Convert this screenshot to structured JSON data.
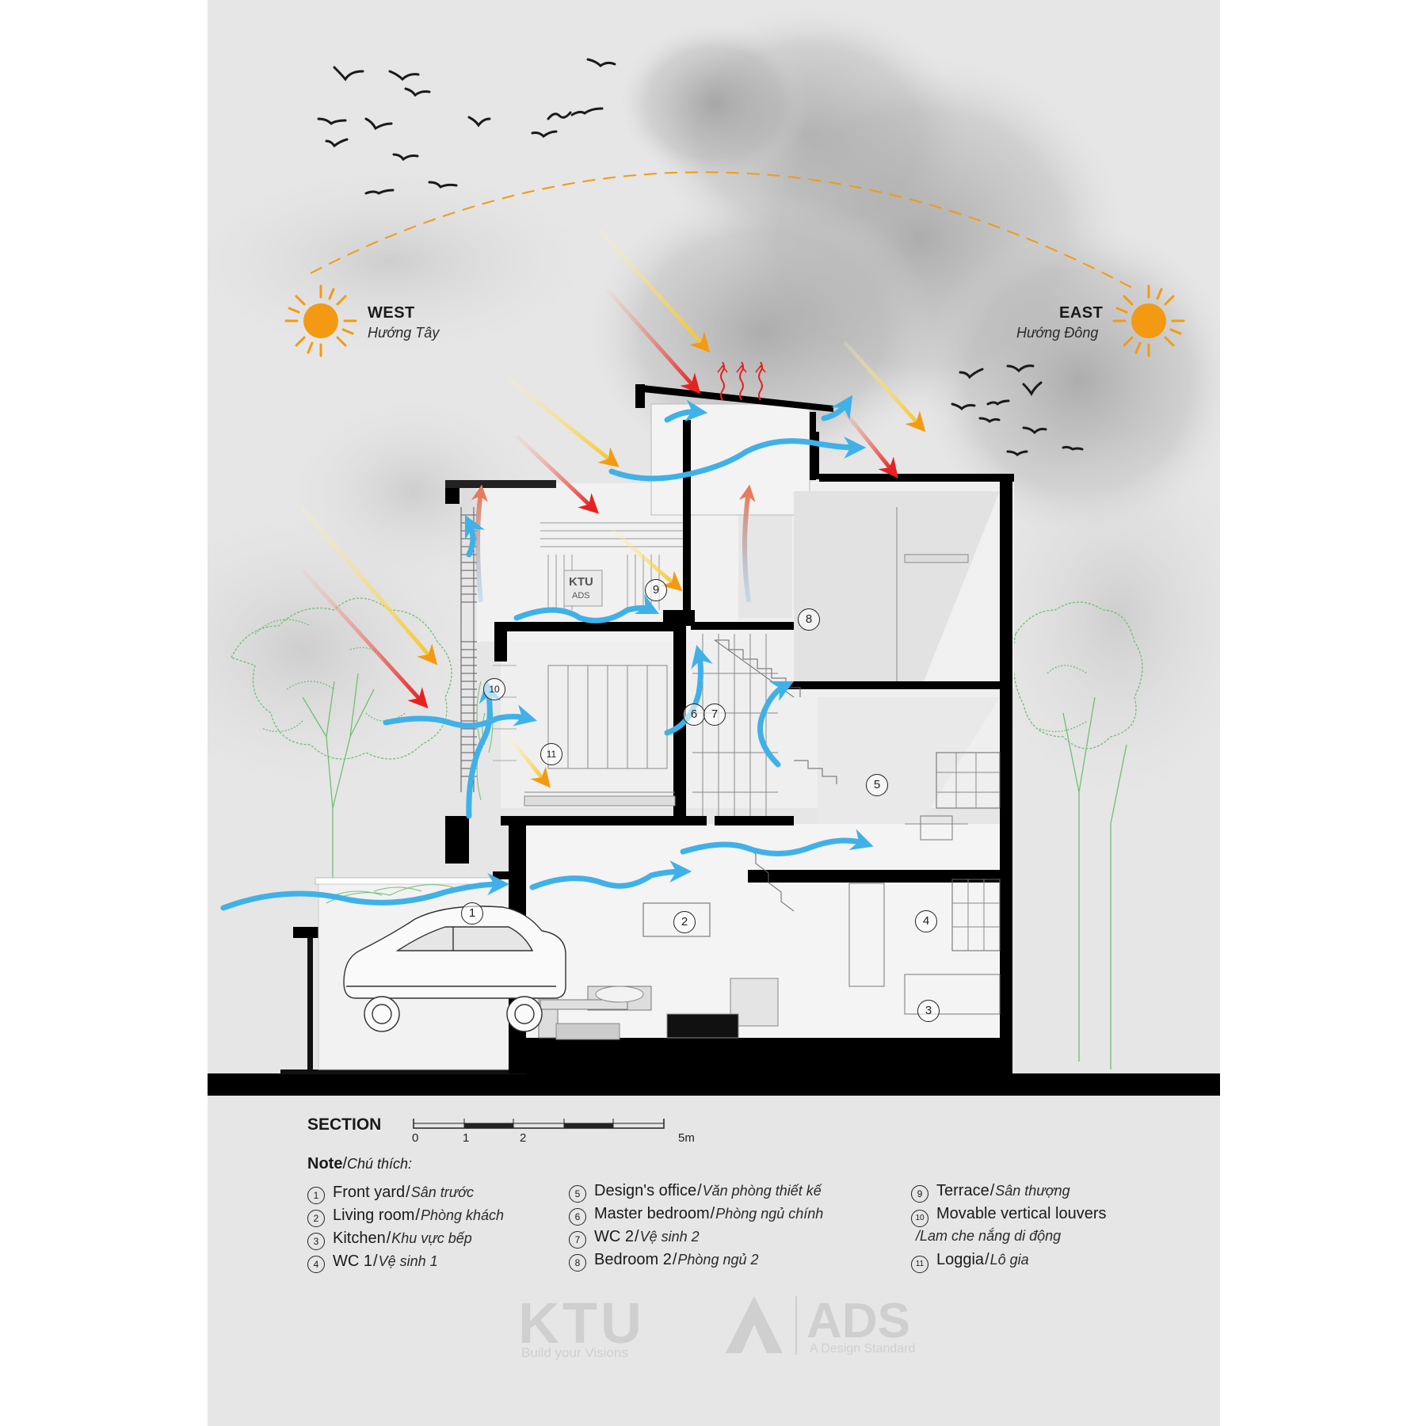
{
  "directions": {
    "west": {
      "label": "WEST",
      "sub": "Hướng Tây"
    },
    "east": {
      "label": "EAST",
      "sub": "Hướng Đông"
    }
  },
  "section_title": "SECTION",
  "scale": {
    "ticks": [
      "0",
      "1",
      "2",
      "5m"
    ]
  },
  "note": {
    "label": "Note",
    "sub": "Chú thích:"
  },
  "legend": [
    {
      "num": "1",
      "en": "Front yard",
      "vi": "Sân trước"
    },
    {
      "num": "2",
      "en": "Living room",
      "vi": "Phòng khách"
    },
    {
      "num": "3",
      "en": "Kitchen",
      "vi": "Khu vực bếp"
    },
    {
      "num": "4",
      "en": "WC 1",
      "vi": "Vệ sinh 1"
    },
    {
      "num": "5",
      "en": "Design's office",
      "vi": "Văn phòng thiết kế"
    },
    {
      "num": "6",
      "en": "Master bedroom",
      "vi": "Phòng ngủ chính"
    },
    {
      "num": "7",
      "en": "WC 2",
      "vi": "Vệ sinh 2"
    },
    {
      "num": "8",
      "en": "Bedroom 2",
      "vi": "Phòng ngủ 2"
    },
    {
      "num": "9",
      "en": "Terrace",
      "vi": "Sân thượng"
    },
    {
      "num": "10",
      "en": "Movable vertical louvers",
      "vi": "Lam che nắng di động"
    },
    {
      "num": "11",
      "en": "Loggia",
      "vi": "Lô gia"
    }
  ],
  "watermark": {
    "brand1": "KTU",
    "tag1": "Build your Visions",
    "brand2": "ADS",
    "tag2": "A Design Standard"
  },
  "inside_logo": {
    "line1": "KTU",
    "line2": "ADS"
  },
  "colors": {
    "sun": "#f39a12",
    "airflow": "#3fb1e8",
    "heat": "#e52222",
    "tree": "#6fbf73",
    "wall": "#000000"
  }
}
